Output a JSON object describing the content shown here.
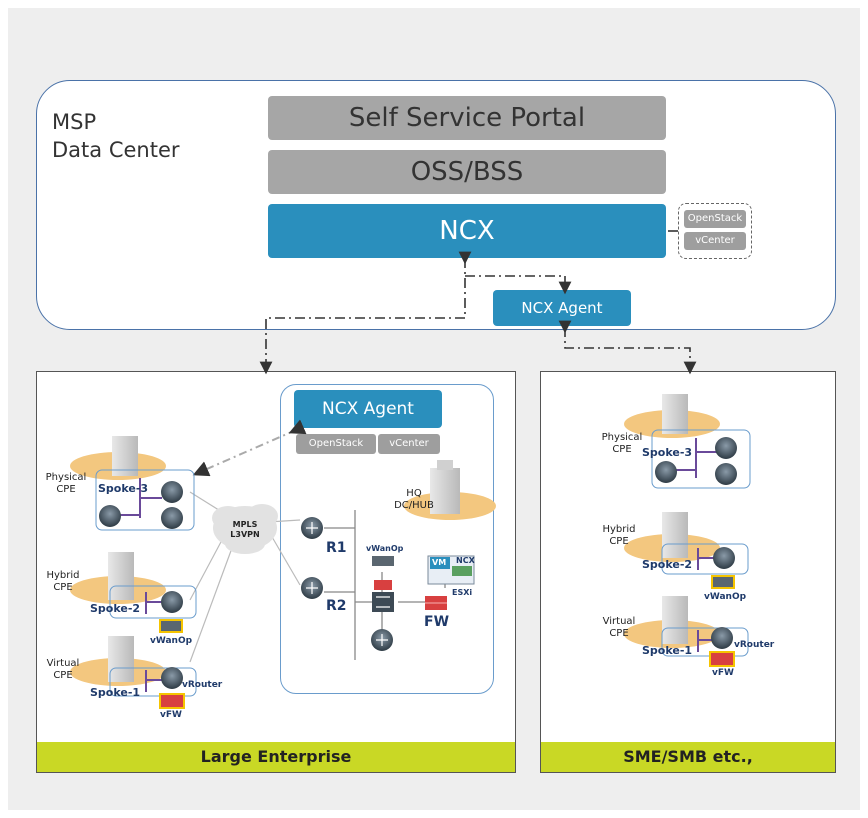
{
  "msp": {
    "line1": "MSP",
    "line2": "Data Center"
  },
  "stack": {
    "portal": "Self Service Portal",
    "oss": "OSS/BSS",
    "ncx": "NCX"
  },
  "orchestrators": {
    "openstack": "OpenStack",
    "vcenter": "vCenter"
  },
  "agent_dc": "NCX Agent",
  "large": {
    "footer": "Large Enterprise",
    "agent": "NCX Agent",
    "openstack": "OpenStack",
    "vcenter": "vCenter",
    "hq1": "HQ",
    "hq2": "DC/HUB",
    "mpls1": "MPLS",
    "mpls2": "L3VPN",
    "r1": "R1",
    "r2": "R2",
    "fw": "FW",
    "vwanop_hq": "vWanOp",
    "vm": "VM",
    "ncx": "NCX",
    "esxi": "ESXi",
    "physical1": "Physical",
    "physical2": "CPE",
    "hybrid1": "Hybrid",
    "hybrid2": "CPE",
    "virtual1": "Virtual",
    "virtual2": "CPE",
    "spoke3": "Spoke-3",
    "spoke2": "Spoke-2",
    "spoke1": "Spoke-1",
    "vwanop": "vWanOp",
    "vrouter": "vRouter",
    "vfw": "vFW"
  },
  "sme": {
    "footer": "SME/SMB etc.,",
    "physical1": "Physical",
    "physical2": "CPE",
    "hybrid1": "Hybrid",
    "hybrid2": "CPE",
    "virtual1": "Virtual",
    "virtual2": "CPE",
    "spoke3": "Spoke-3",
    "spoke2": "Spoke-2",
    "spoke1": "Spoke-1",
    "vwanop": "vWanOp",
    "vrouter": "vRouter",
    "vfw": "vFW"
  },
  "colors": {
    "ncx": "#2a8fbd",
    "bar_gray": "#a6a6a6",
    "footer": "#c9d825",
    "spoke_text": "#1f3a6a"
  }
}
